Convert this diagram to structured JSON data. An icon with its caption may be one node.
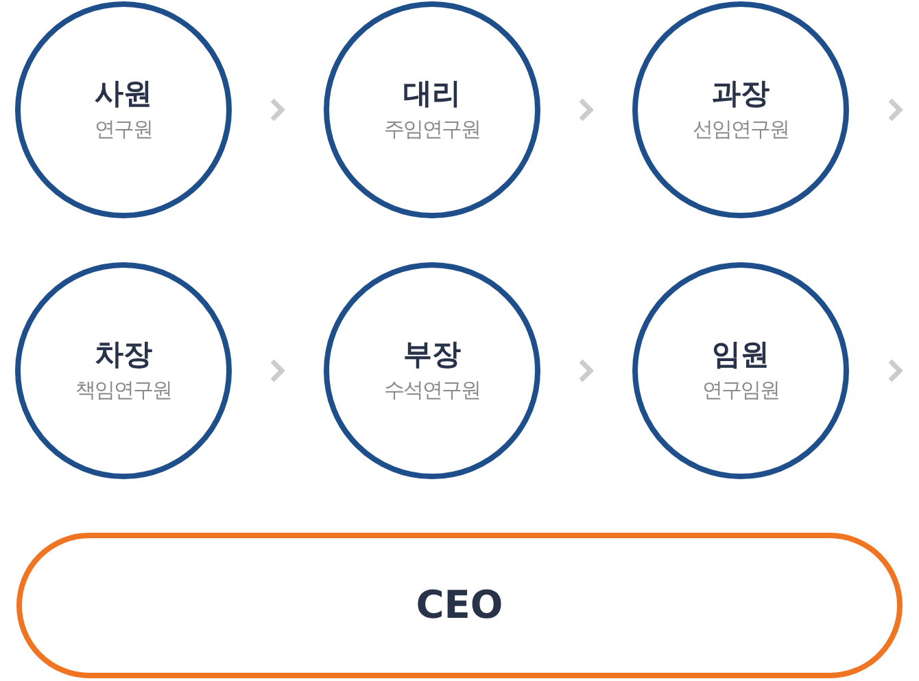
{
  "diagram": {
    "nodes": [
      {
        "text": [
          "사원",
          "연구원"
        ]
      },
      {
        "text": [
          "대리",
          "주임연구원"
        ]
      },
      {
        "text": [
          "과장",
          "선임연구원"
        ]
      },
      {
        "text": [
          "차장",
          "책임연구원"
        ]
      },
      {
        "text": [
          "부장",
          "수석연구원"
        ]
      },
      {
        "text": [
          "임원",
          "연구임원"
        ]
      },
      {
        "text": [
          "CEO"
        ]
      }
    ],
    "edges": [
      {
        "from": 0,
        "to": 1,
        "arrow": "to"
      },
      {
        "from": 1,
        "to": 2,
        "arrow": "to"
      },
      {
        "from": 2,
        "to": null,
        "arrow": "to"
      },
      {
        "from": 3,
        "to": 4,
        "arrow": "to"
      },
      {
        "from": 4,
        "to": 5,
        "arrow": "to"
      },
      {
        "from": 5,
        "to": null,
        "arrow": "to"
      }
    ]
  }
}
